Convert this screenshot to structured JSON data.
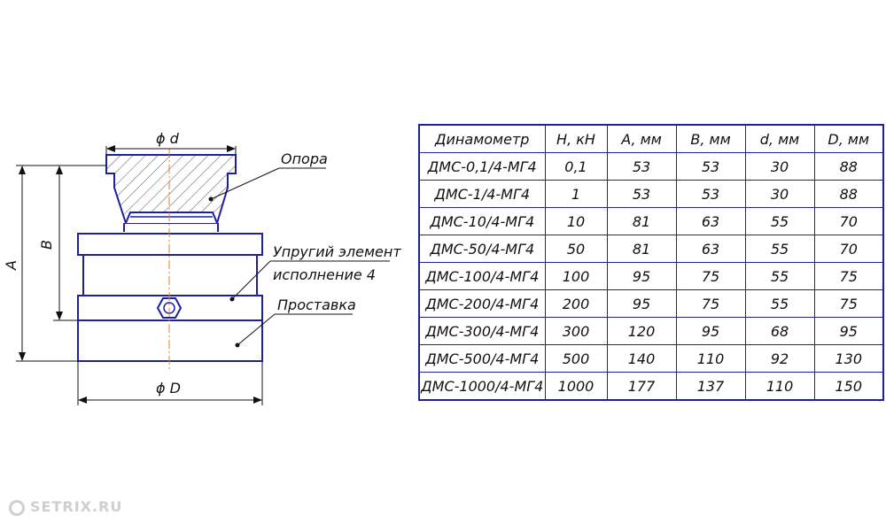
{
  "drawing": {
    "labels": {
      "d": "ϕ d",
      "D": "ϕ D",
      "A": "A",
      "B": "B",
      "support": "Опора",
      "elastic_line1": "Упругий элемент",
      "elastic_line2": "исполнение 4",
      "spacer": "Проставка"
    },
    "colors": {
      "outline": "#1c1fa0",
      "axis": "#e0802a",
      "dim": "#111111"
    }
  },
  "table": {
    "headers": [
      "Динамометр",
      "H, кН",
      "A, мм",
      "B, мм",
      "d, мм",
      "D, мм"
    ],
    "rows": [
      [
        "ДМС-0,1/4-МГ4",
        "0,1",
        "53",
        "53",
        "30",
        "88"
      ],
      [
        "ДМС-1/4-МГ4",
        "1",
        "53",
        "53",
        "30",
        "88"
      ],
      [
        "ДМС-10/4-МГ4",
        "10",
        "81",
        "63",
        "55",
        "70"
      ],
      [
        "ДМС-50/4-МГ4",
        "50",
        "81",
        "63",
        "55",
        "70"
      ],
      [
        "ДМС-100/4-МГ4",
        "100",
        "95",
        "75",
        "55",
        "75"
      ],
      [
        "ДМС-200/4-МГ4",
        "200",
        "95",
        "75",
        "55",
        "75"
      ],
      [
        "ДМС-300/4-МГ4",
        "300",
        "120",
        "95",
        "68",
        "95"
      ],
      [
        "ДМС-500/4-МГ4",
        "500",
        "140",
        "110",
        "92",
        "130"
      ],
      [
        "ДМС-1000/4-МГ4",
        "1000",
        "177",
        "137",
        "110",
        "150"
      ]
    ]
  },
  "watermark": {
    "text": "SETRIX.RU"
  }
}
